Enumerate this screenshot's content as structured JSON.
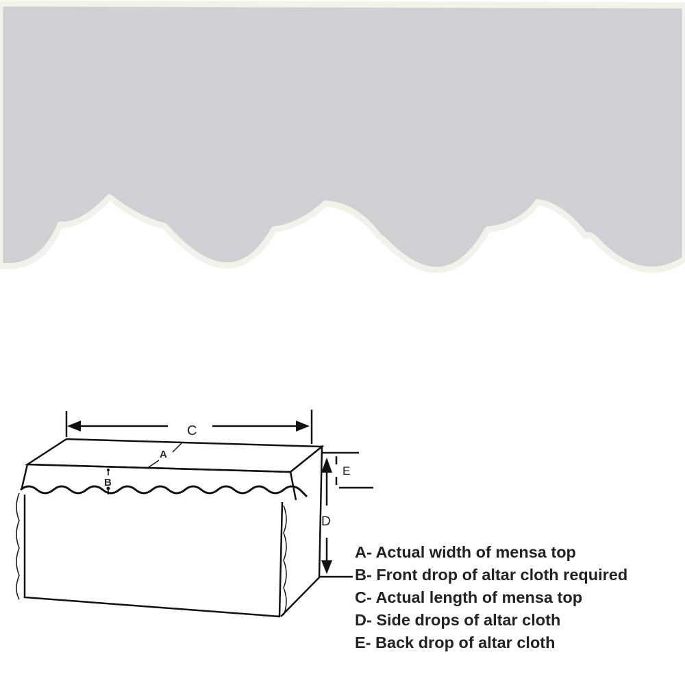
{
  "diagram": {
    "labels": {
      "a": "A",
      "b": "B",
      "c": "C",
      "d": "D",
      "e": "E"
    },
    "legend": [
      "A- Actual width of mensa top",
      "B- Front drop of altar cloth required",
      "C- Actual length of mensa top",
      "D- Side drops of altar cloth",
      "E- Back drop of altar cloth"
    ]
  },
  "colors": {
    "cloth": "#cfd0d4",
    "trim": "#f2f1ea",
    "ink": "#111111"
  }
}
